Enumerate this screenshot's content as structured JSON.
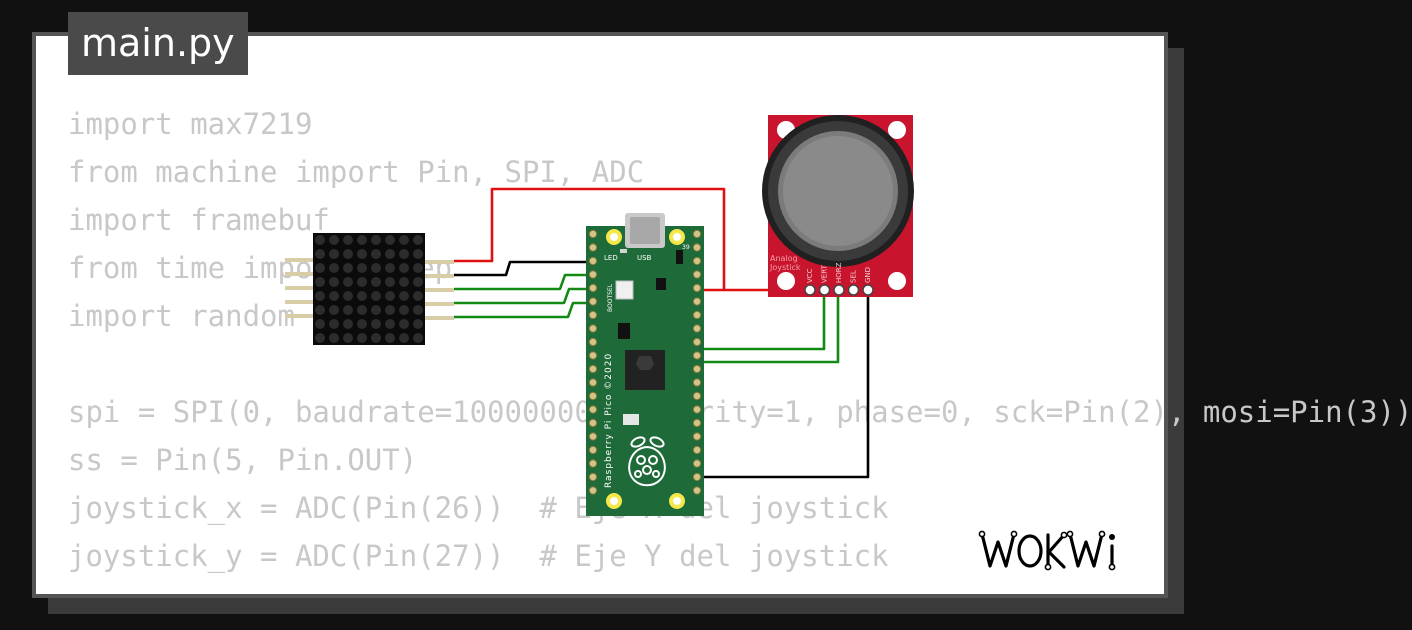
{
  "file_tab": {
    "label": "main.py"
  },
  "code": {
    "lines": [
      "import max7219",
      "from machine import Pin, SPI, ADC",
      "import framebuf",
      "from time import sleep",
      "import random",
      "",
      "spi = SPI(0, baudrate=10000000, polarity=1, phase=0, sck=Pin(2), mosi=Pin(3))",
      "ss = Pin(5, Pin.OUT)",
      "joystick_x = ADC(Pin(26))  # Eje X del joystick",
      "joystick_y = ADC(Pin(27))  # Eje Y del joystick"
    ]
  },
  "pico": {
    "led_label": "LED",
    "usb_label": "USB",
    "bootsel_label": "BOOTSEL",
    "brand_label": "Raspberry Pi Pico ©2020",
    "pin_39_label": "39"
  },
  "joystick": {
    "label_line1": "Analog",
    "label_line2": "Joystick",
    "pins": [
      "VCC",
      "VERT",
      "HORZ",
      "SEL",
      "GND"
    ]
  },
  "wires": {
    "power_color": "#e01010",
    "ground_color": "#000000",
    "signal_color": "#138a13"
  },
  "logo": {
    "text": "WOKWi",
    "icon": "wokwi-logo"
  },
  "colors": {
    "background": "#111111",
    "card": "#ffffff",
    "tab": "#4a4a4a",
    "code_text": "#c8c8c8",
    "pico_board": "#1e6b39",
    "joystick_board": "#c8142c"
  }
}
